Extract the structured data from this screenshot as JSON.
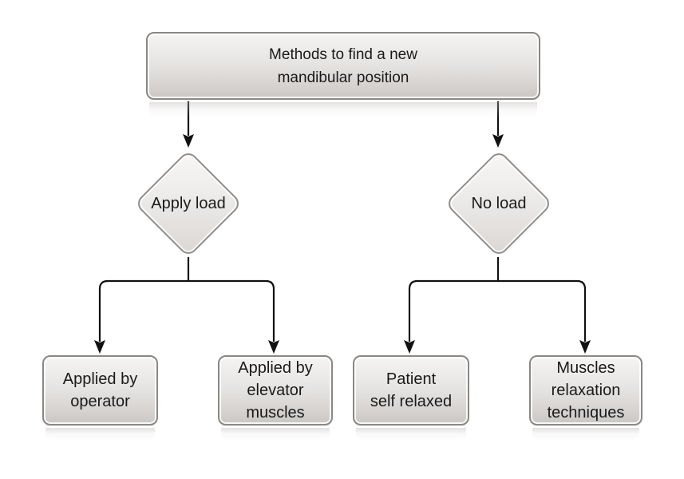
{
  "flowchart": {
    "root": {
      "lines": [
        "Methods to find a new",
        "mandibular position"
      ]
    },
    "decisions": [
      {
        "label": "Apply load"
      },
      {
        "label": "No load"
      }
    ],
    "leaves": [
      {
        "lines": [
          "Applied by",
          "operator"
        ]
      },
      {
        "lines": [
          "Applied by",
          "elevator",
          "muscles"
        ]
      },
      {
        "lines": [
          "Patient",
          "self relaxed"
        ]
      },
      {
        "lines": [
          "Muscles",
          "relaxation",
          "techniques"
        ]
      }
    ]
  },
  "colors": {
    "background": "#ffffff",
    "node_fill_top": "#f5f4f3",
    "node_fill_bottom": "#c9c6c4",
    "node_border": "#8a8784",
    "connector": "#111111",
    "text": "#1a1a1a"
  }
}
